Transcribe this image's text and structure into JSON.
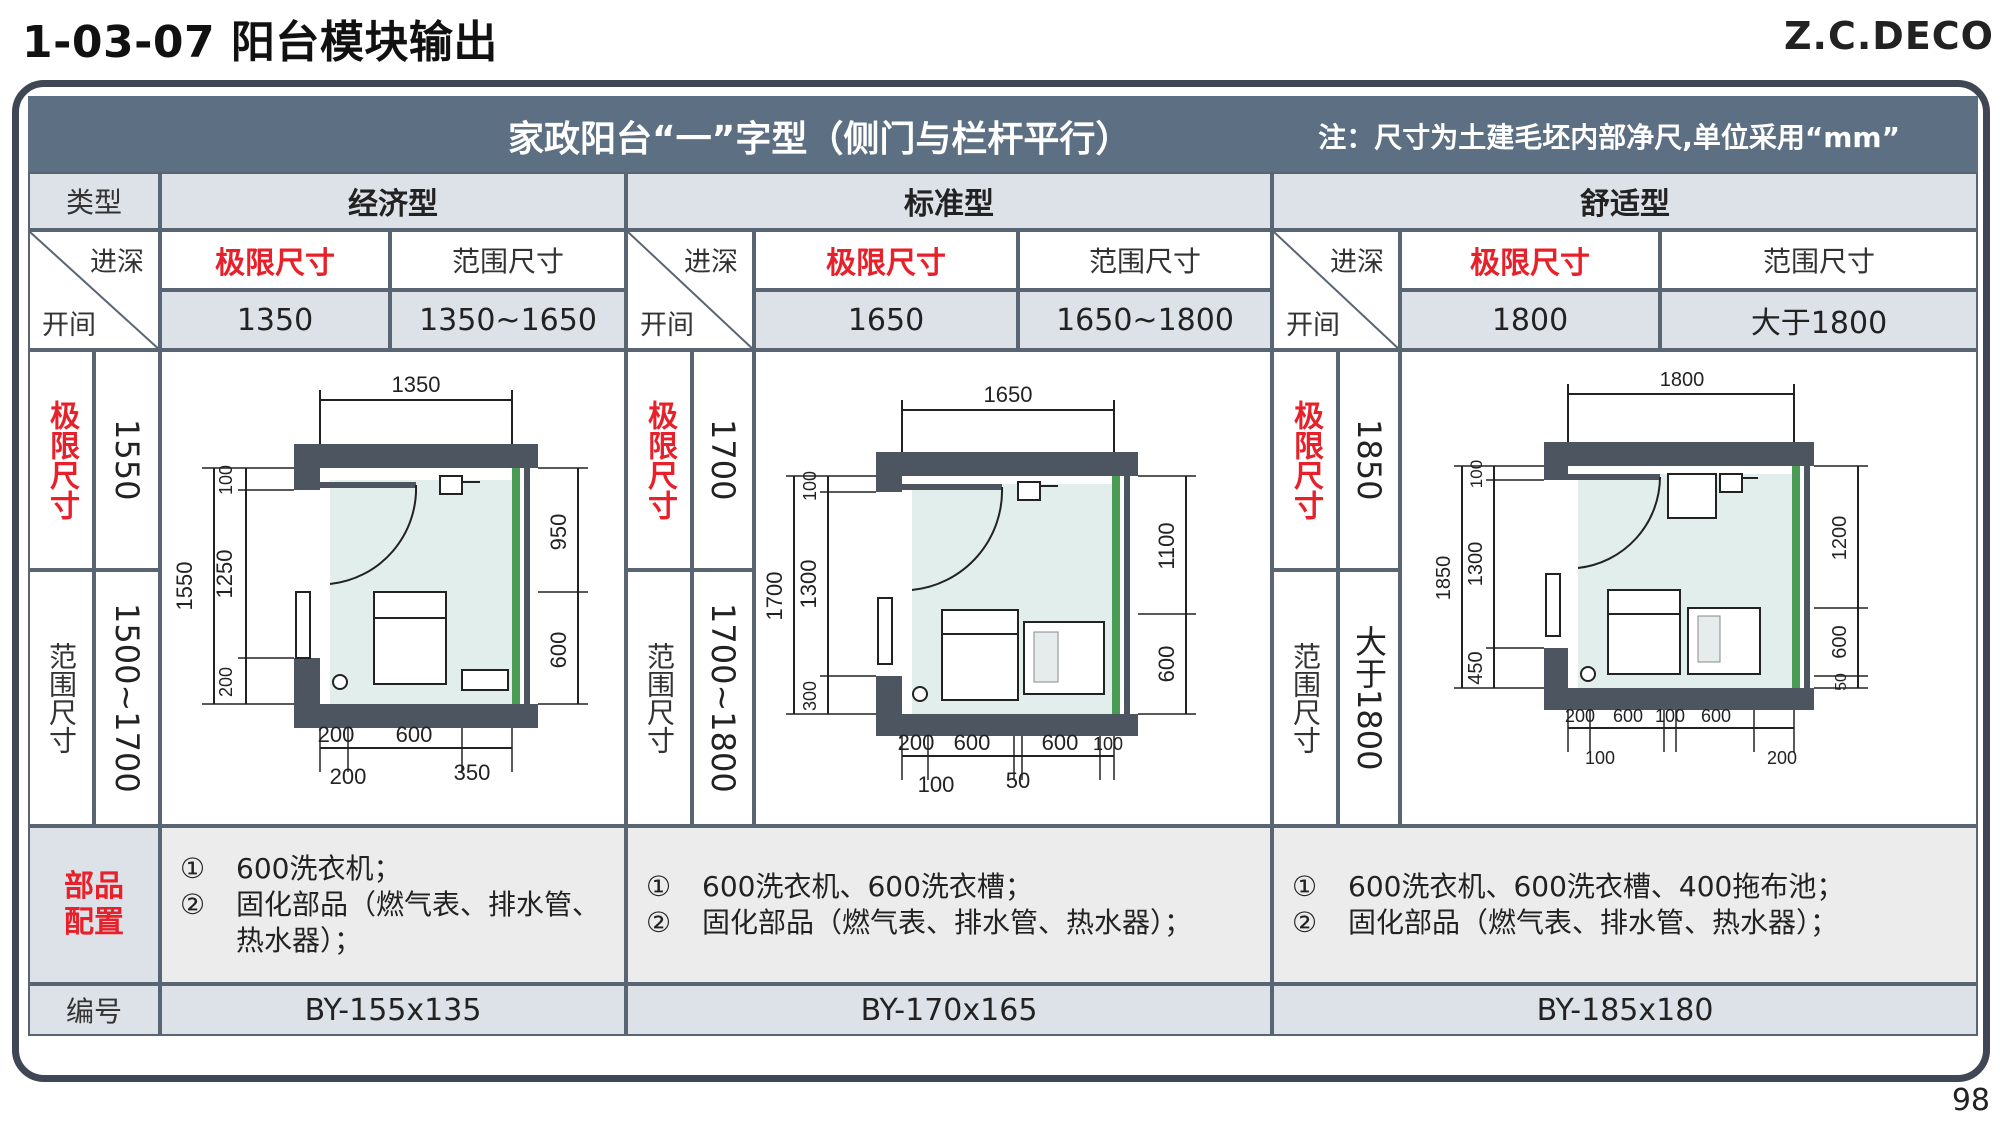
{
  "page": {
    "title": "1-03-07 阳台模块输出",
    "brand": "Z.C.DECO",
    "page_number": "98"
  },
  "banner": {
    "title": "家政阳台“一”字型（侧门与栏杆平行）",
    "note": "注：尺寸为土建毛坯内部净尺,单位采用“mm”"
  },
  "table": {
    "type_label": "类型",
    "depth_label": "进深",
    "width_label": "开间",
    "limit_label": "极限尺寸",
    "range_label": "范围尺寸",
    "parts_label": "部品配置",
    "code_label": "编号",
    "columns": [
      {
        "name": "经济型",
        "limit_width": "1350",
        "range_width": "1350~1650",
        "limit_depth": "1550",
        "range_depth": "1500~1700",
        "parts": [
          {
            "num": "①",
            "text": "600洗衣机；"
          },
          {
            "num": "②",
            "text": "固化部品（燃气表、排水管、热水器）；"
          }
        ],
        "code": "BY-155x135",
        "dims": {
          "top": "1350",
          "left_outer": "1550",
          "left_a": "100",
          "left_b": "1250",
          "left_c": "200",
          "right_a": "950",
          "right_b": "600",
          "bottom_a": "200",
          "bottom_b": "600",
          "bottom_c": "200",
          "bottom_d": "350"
        }
      },
      {
        "name": "标准型",
        "limit_width": "1650",
        "range_width": "1650~1800",
        "limit_depth": "1700",
        "range_depth": "1700~1800",
        "parts": [
          {
            "num": "①",
            "text": "600洗衣机、600洗衣槽；"
          },
          {
            "num": "②",
            "text": "固化部品（燃气表、排水管、热水器）；"
          }
        ],
        "code": "BY-170x165",
        "dims": {
          "top": "1650",
          "left_outer": "1700",
          "left_a": "100",
          "left_b": "1300",
          "left_c": "300",
          "right_a": "1100",
          "right_b": "600",
          "bottom_a": "200",
          "bottom_b": "600",
          "bottom_c": "600",
          "bottom_d": "100",
          "bottom_e": "100",
          "bottom_f": "50"
        }
      },
      {
        "name": "舒适型",
        "limit_width": "1800",
        "range_width": "大于1800",
        "limit_depth": "1850",
        "range_depth": "大于1800",
        "parts": [
          {
            "num": "①",
            "text": "600洗衣机、600洗衣槽、400拖布池；"
          },
          {
            "num": "②",
            "text": "固化部品（燃气表、排水管、热水器）；"
          }
        ],
        "code": "BY-185x180",
        "dims": {
          "top": "1800",
          "left_outer": "1850",
          "left_a": "100",
          "left_b": "1300",
          "left_c": "450",
          "right_a": "1200",
          "right_b": "600",
          "right_c": "50",
          "bottom_a": "200",
          "bottom_b": "600",
          "bottom_c": "100",
          "bottom_d": "600",
          "bottom_e": "100",
          "bottom_f": "200"
        }
      }
    ]
  },
  "colors": {
    "banner": "#5d6f82",
    "header_fill": "#dde2e9",
    "accent_red": "#e8202a",
    "wall": "#4d5560",
    "glass": "#c9ddd9"
  }
}
